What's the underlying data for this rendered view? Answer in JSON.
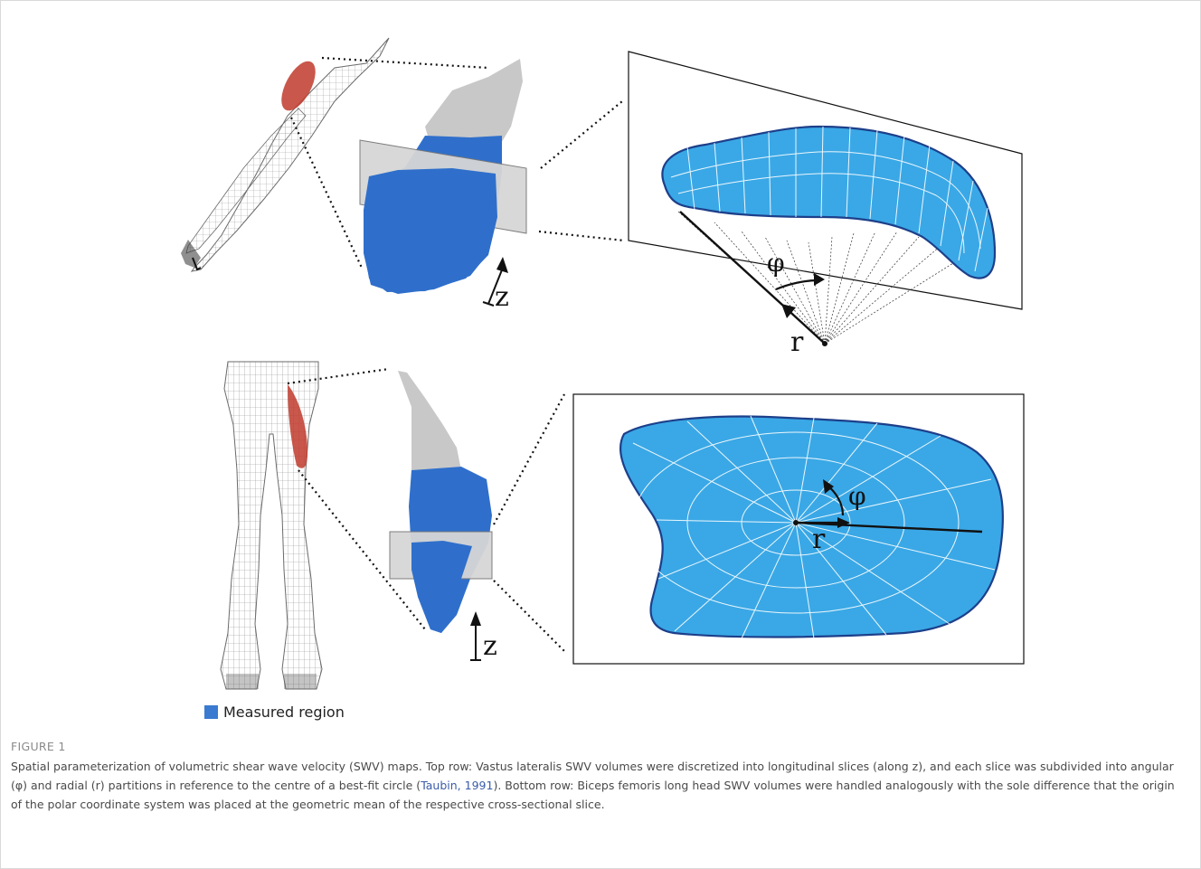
{
  "figure": {
    "symbols": {
      "z": "z",
      "phi": "φ",
      "r": "r"
    },
    "legend": {
      "label": "Measured region",
      "color": "#3a7ad0"
    },
    "colors": {
      "muscle_highlight": "#c0392b",
      "volume_blue": "#2f6fcb",
      "volume_grey": "#c8c8c8",
      "slice_fill": "#3aa8e6",
      "slice_outline": "#1d3f8a"
    }
  },
  "caption": {
    "label": "FIGURE 1",
    "text_before_link": "Spatial parameterization of volumetric shear wave velocity (SWV) maps. Top row: Vastus lateralis SWV volumes were discretized into longitudinal slices (along z), and each slice was subdivided into angular (φ) and radial (r) partitions in reference to the centre of a best-fit circle (",
    "link_text": "Taubin, 1991",
    "text_after_link": "). Bottom row: Biceps femoris long head SWV volumes were handled analogously with the sole difference that the origin of the polar coordinate system was placed at the geometric mean of the respective cross-sectional slice."
  }
}
